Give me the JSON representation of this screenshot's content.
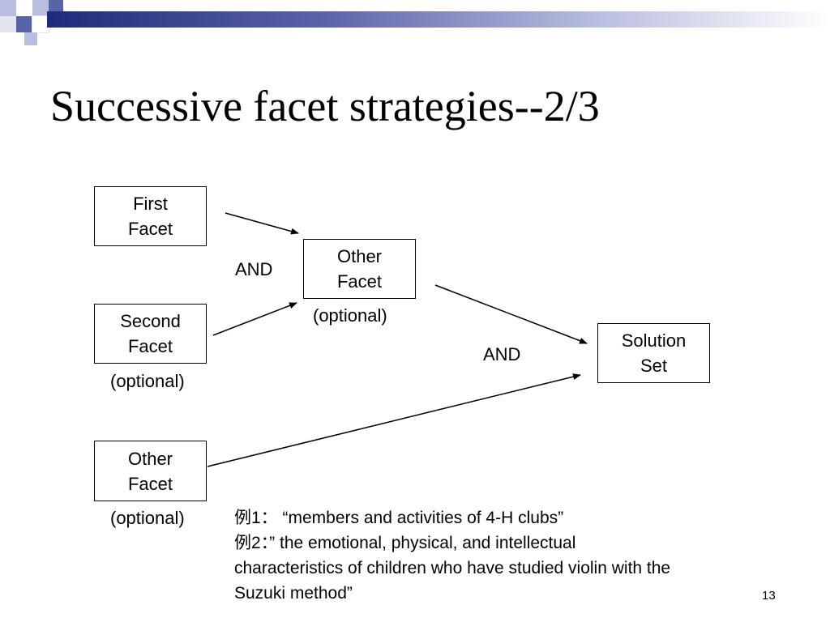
{
  "slide": {
    "title": "Successive facet strategies--2/3",
    "page_number": "13"
  },
  "diagram": {
    "boxes": {
      "first_facet": [
        "First",
        "Facet"
      ],
      "second_facet": [
        "Second",
        "Facet"
      ],
      "other_facet_left": [
        "Other",
        "Facet"
      ],
      "other_facet_middle": [
        "Other",
        "Facet"
      ],
      "solution_set": [
        "Solution",
        "Set"
      ]
    },
    "labels": {
      "and_left": "AND",
      "and_right": "AND",
      "optional_middle": "(optional)",
      "optional_second": "(optional)",
      "optional_other": "(optional)"
    }
  },
  "examples": {
    "line1": "例1：  “members and activities of 4-H clubs”",
    "line2": "例2：”  the emotional, physical, and intellectual",
    "line3": "characteristics of children who have studied violin with the",
    "line4": "Suzuki method”"
  },
  "colors": {
    "brand_dark": "#1f2a7a",
    "brand_mid": "#5a63a8",
    "brand_light": "#b9bde0"
  }
}
